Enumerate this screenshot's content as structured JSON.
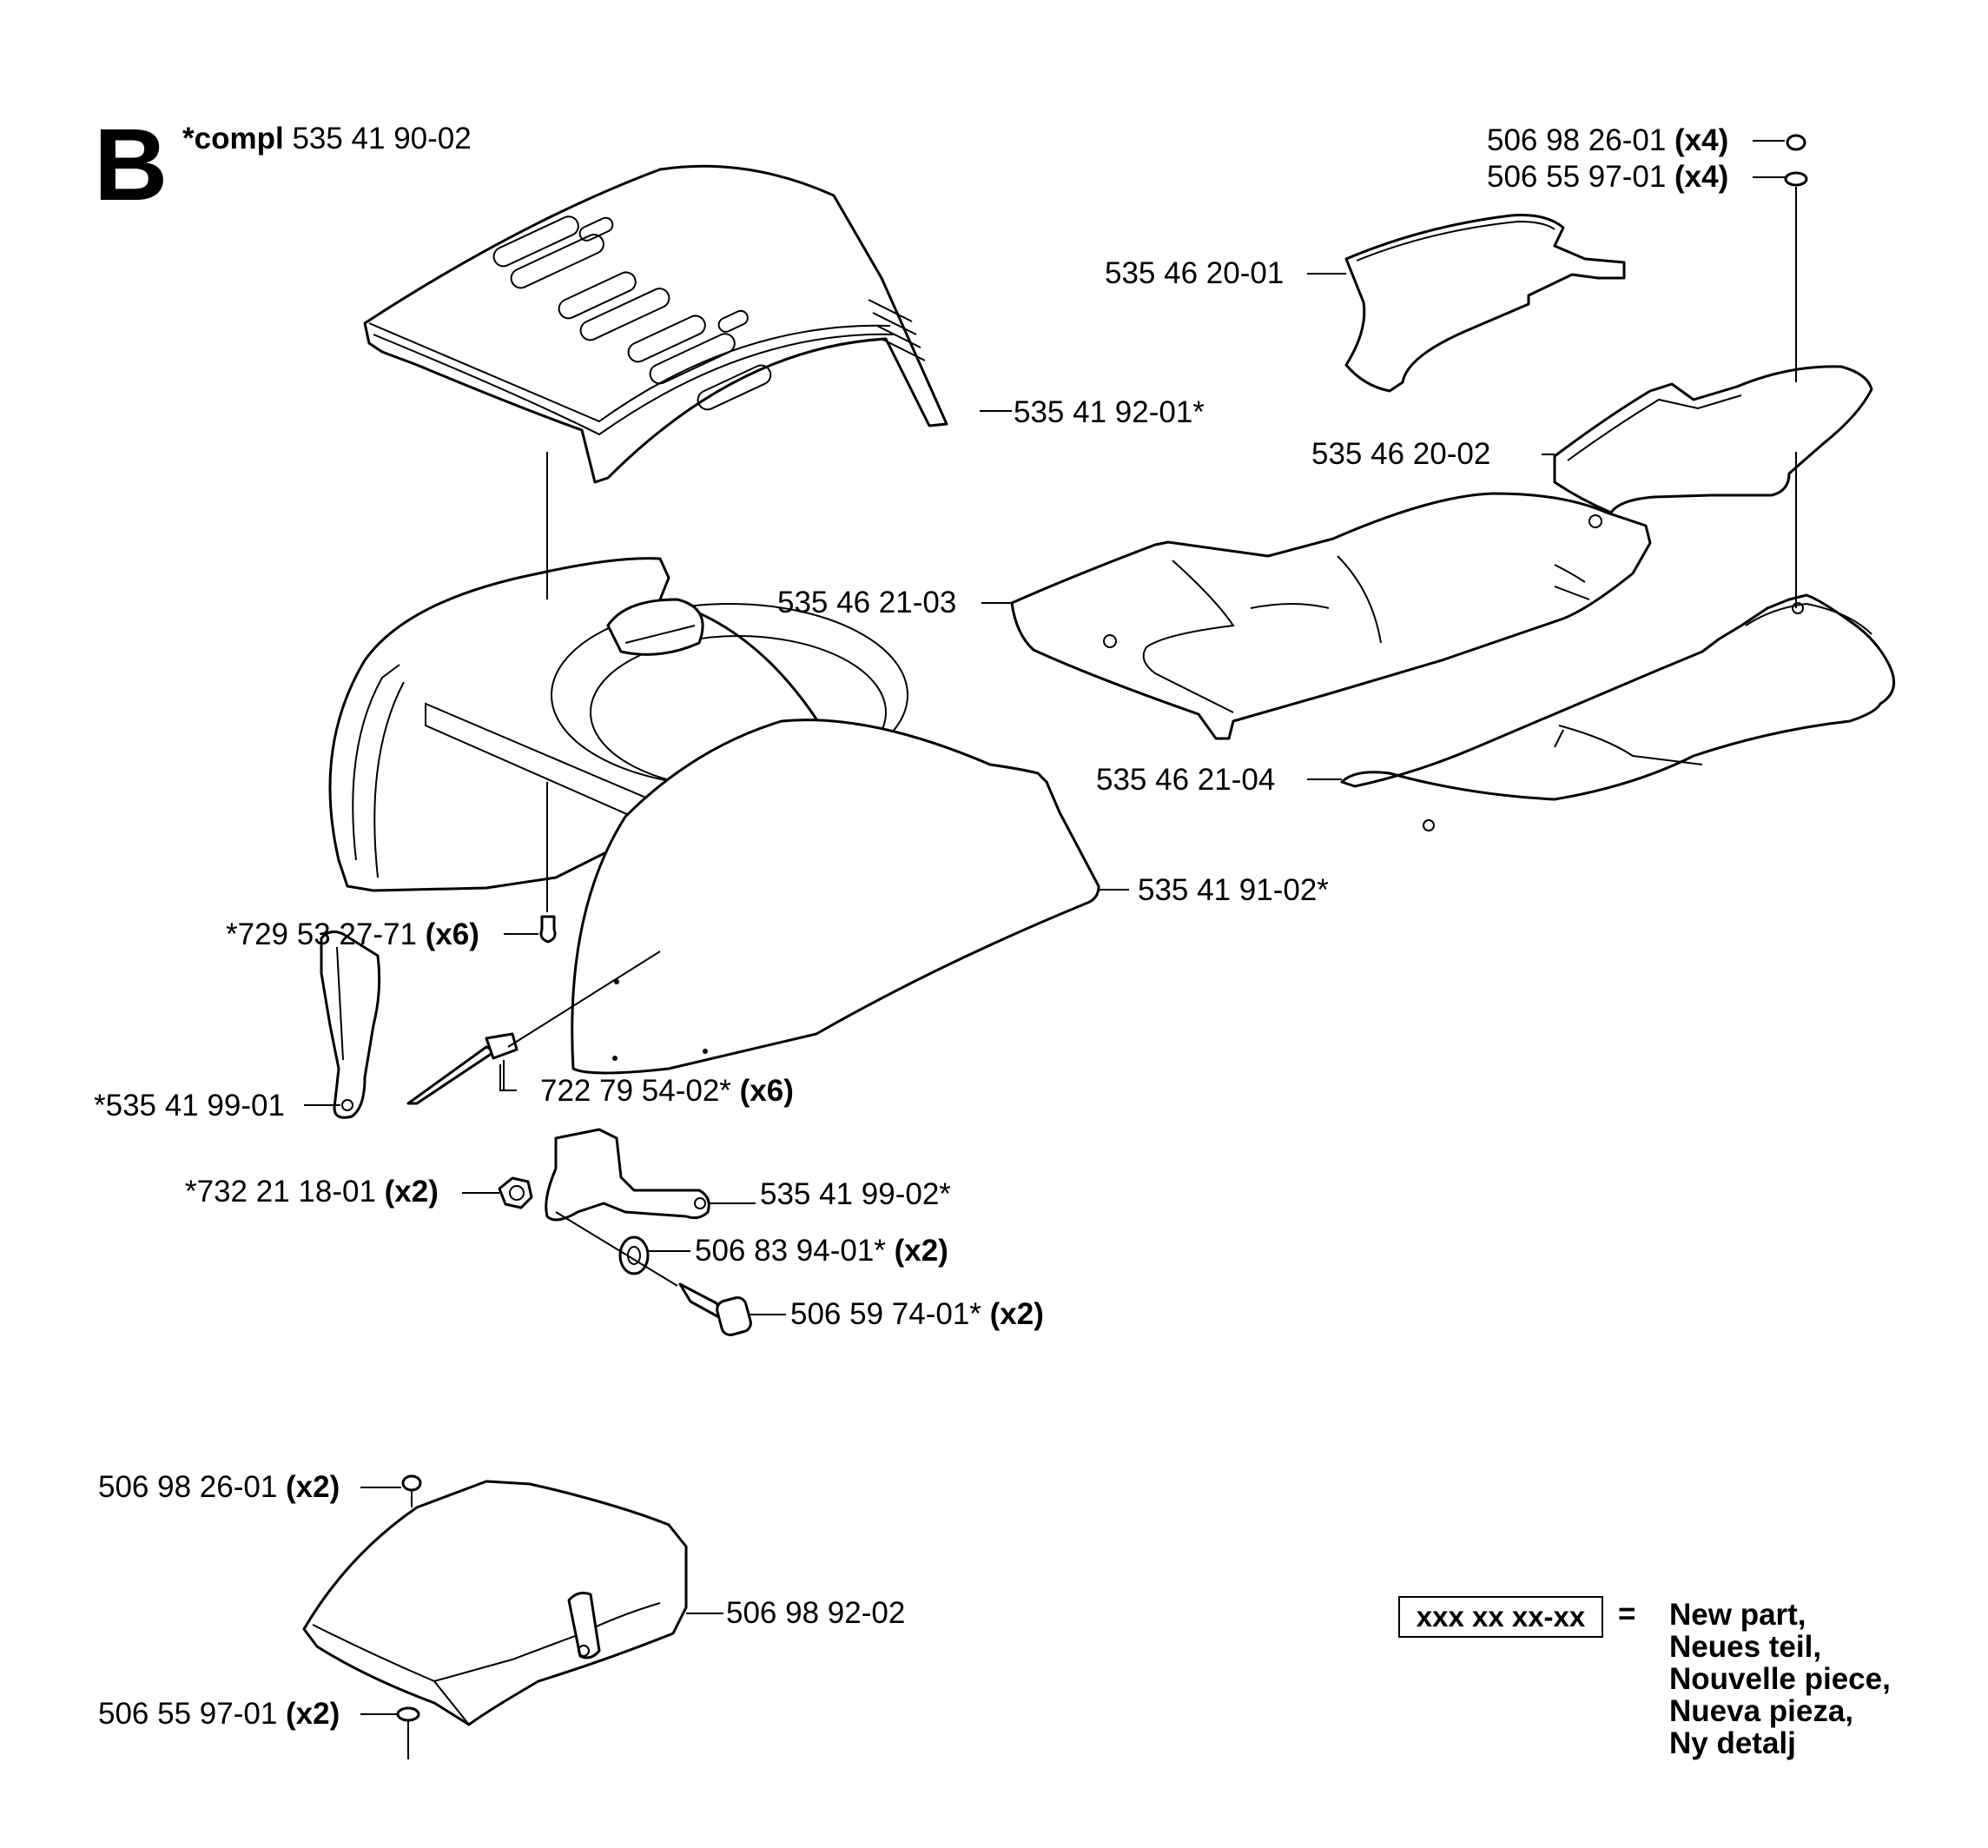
{
  "section": {
    "letter": "B",
    "compl_keyword": "*compl",
    "compl_number": "535 41 90-02"
  },
  "callouts": [
    {
      "id": "c1",
      "number": "506 98 26-01",
      "qty": "(x4)"
    },
    {
      "id": "c2",
      "number": "506 55 97-01",
      "qty": "(x4)"
    },
    {
      "id": "c3",
      "number": "535 46 20-01",
      "qty": ""
    },
    {
      "id": "c4",
      "number": "535 41 92-01*",
      "qty": ""
    },
    {
      "id": "c5",
      "number": "535 46 20-02",
      "qty": ""
    },
    {
      "id": "c6",
      "number": "535 46 21-03",
      "qty": ""
    },
    {
      "id": "c7",
      "number": "535 46 21-04",
      "qty": ""
    },
    {
      "id": "c8",
      "number": "535 41 91-02*",
      "qty": ""
    },
    {
      "id": "c9",
      "number": "*729 53 27-71",
      "qty": "(x6)"
    },
    {
      "id": "c10",
      "number": "*535 41 99-01",
      "qty": ""
    },
    {
      "id": "c11",
      "number": "722 79 54-02*",
      "qty": "(x6)"
    },
    {
      "id": "c12",
      "number": "*732 21 18-01",
      "qty": "(x2)"
    },
    {
      "id": "c13",
      "number": "535 41 99-02*",
      "qty": ""
    },
    {
      "id": "c14",
      "number": "506 83 94-01*",
      "qty": "(x2)"
    },
    {
      "id": "c15",
      "number": "506 59 74-01*",
      "qty": "(x2)"
    },
    {
      "id": "c16",
      "number": "506 98 26-01",
      "qty": "(x2)"
    },
    {
      "id": "c17",
      "number": "506 98 92-02",
      "qty": ""
    },
    {
      "id": "c18",
      "number": "506 55 97-01",
      "qty": "(x2)"
    }
  ],
  "legend": {
    "box_text": "xxx xx xx-xx",
    "equals": "=",
    "lines": [
      "New part,",
      "Neues teil,",
      "Nouvelle piece,",
      "Nueva pieza,",
      "Ny detalj"
    ]
  }
}
